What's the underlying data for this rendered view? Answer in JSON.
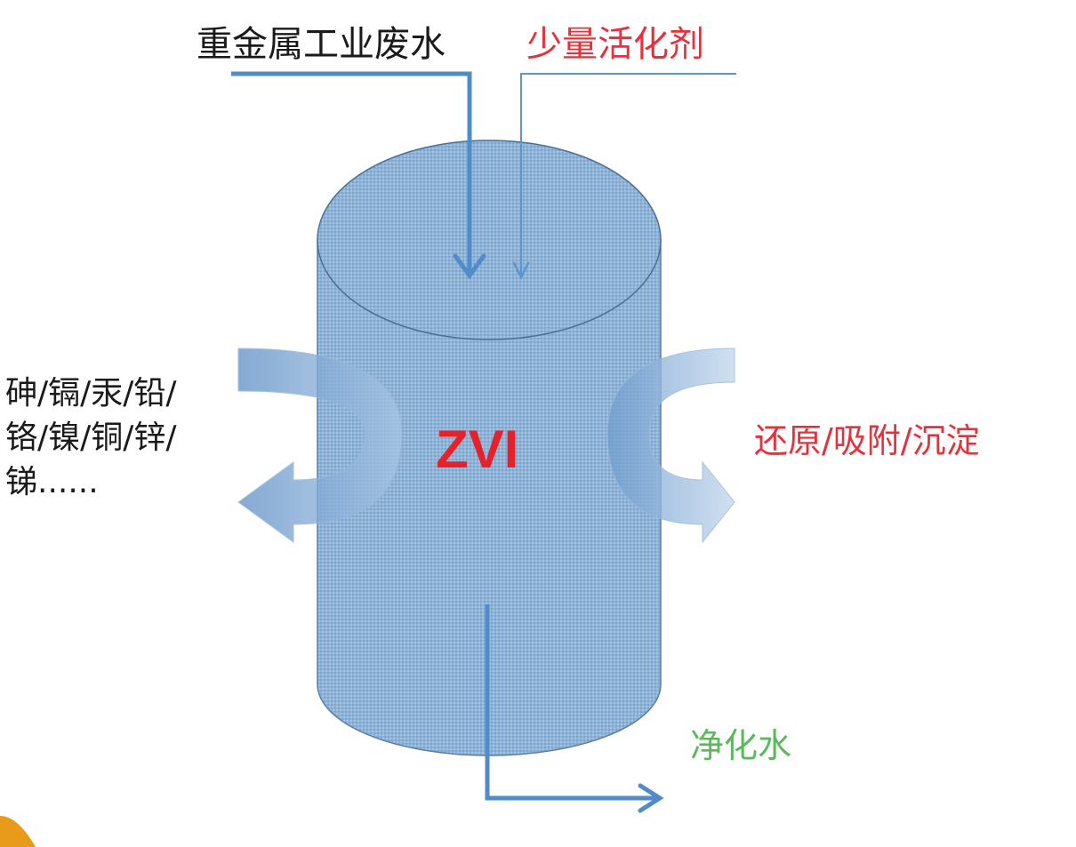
{
  "labels": {
    "input": "重金属工业废水",
    "agent": "少量活化剂",
    "metals": [
      "砷/镉/汞/铅/",
      "铬/镍/铜/锌/",
      "锑......"
    ],
    "mechanism": "还原/吸附/沉淀",
    "center": "ZVI",
    "output": "净化水"
  },
  "colors": {
    "black_text": "#1a1a1a",
    "red_text": "#e8303a",
    "green_text": "#5cb85c",
    "center_text": "#e62129",
    "cylinder_fill": "#8fb3d6",
    "cylinder_stroke": "#4a6f95",
    "pipe": "#4f8cc9",
    "curved_arrow": "#8ab0d8",
    "corner_accent": "#e89a1a"
  },
  "icons": {
    "reactor": "cylinder-reactor-icon",
    "flow_arrow": "down-arrow-icon",
    "outflow_arrow": "right-arrow-icon",
    "cycle_arrow": "curved-arrow-icon"
  }
}
